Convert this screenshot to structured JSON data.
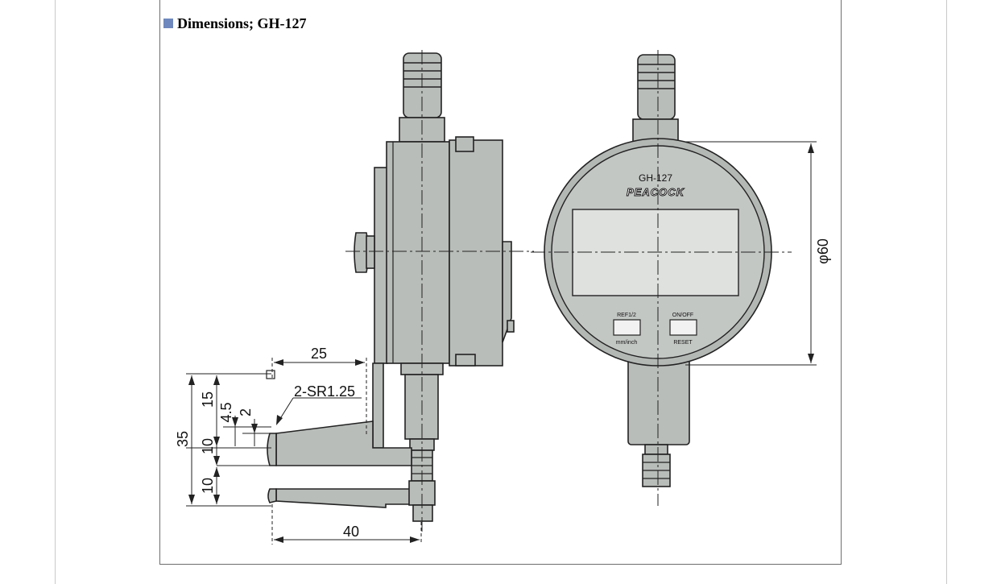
{
  "section": {
    "title": "Dimensions; GH-127"
  },
  "gauge_face": {
    "model": "GH-127",
    "brand": "PEACOCK",
    "buttons": [
      {
        "top": "REF1/2",
        "bottom": "mm/inch"
      },
      {
        "top": "ON/OFF",
        "bottom": "RESET"
      }
    ]
  },
  "dimensions": {
    "top_width": "25",
    "tip_radius": "2-SR1.25",
    "height_15": "15",
    "height_4_5": "4.5",
    "height_2": "2",
    "height_35": "35",
    "height_10_upper": "10",
    "height_10_lower": "10",
    "bottom_width": "40",
    "diameter": "φ60"
  },
  "colors": {
    "accent": "#6f88bd",
    "body": "#b9bdba",
    "face": "#c3c7c4",
    "outline": "#222222",
    "window": "#dfe1df"
  }
}
